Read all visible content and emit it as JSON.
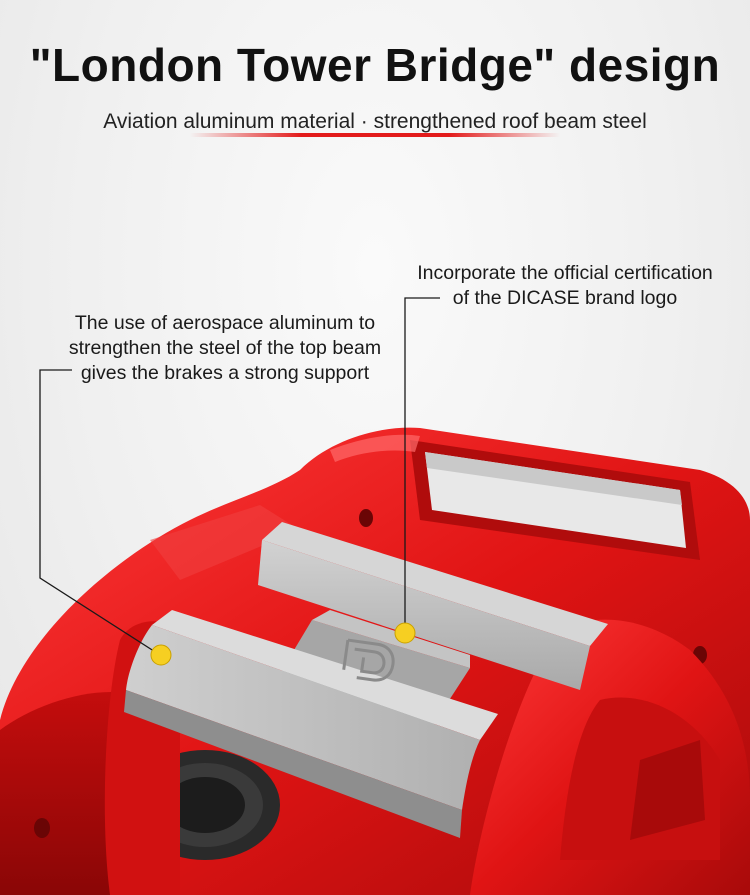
{
  "header": {
    "title": "\"London Tower Bridge\" design",
    "subtitle": "Aviation aluminum material · strengthened roof beam steel"
  },
  "callouts": {
    "left": {
      "lines": [
        "The use of aerospace aluminum to",
        "strengthen the steel of the top beam",
        "gives the brakes a strong support"
      ]
    },
    "right": {
      "lines": [
        "Incorporate the official certification",
        "of the DICASE brand logo"
      ]
    }
  },
  "colors": {
    "accent_red": "#e31b1b",
    "caliper_red": "#e01414",
    "beam_silver": "#b9b9b9",
    "marker_yellow": "#f6cf22"
  },
  "icons": {
    "brand_logo": "dicase-logo-icon"
  }
}
